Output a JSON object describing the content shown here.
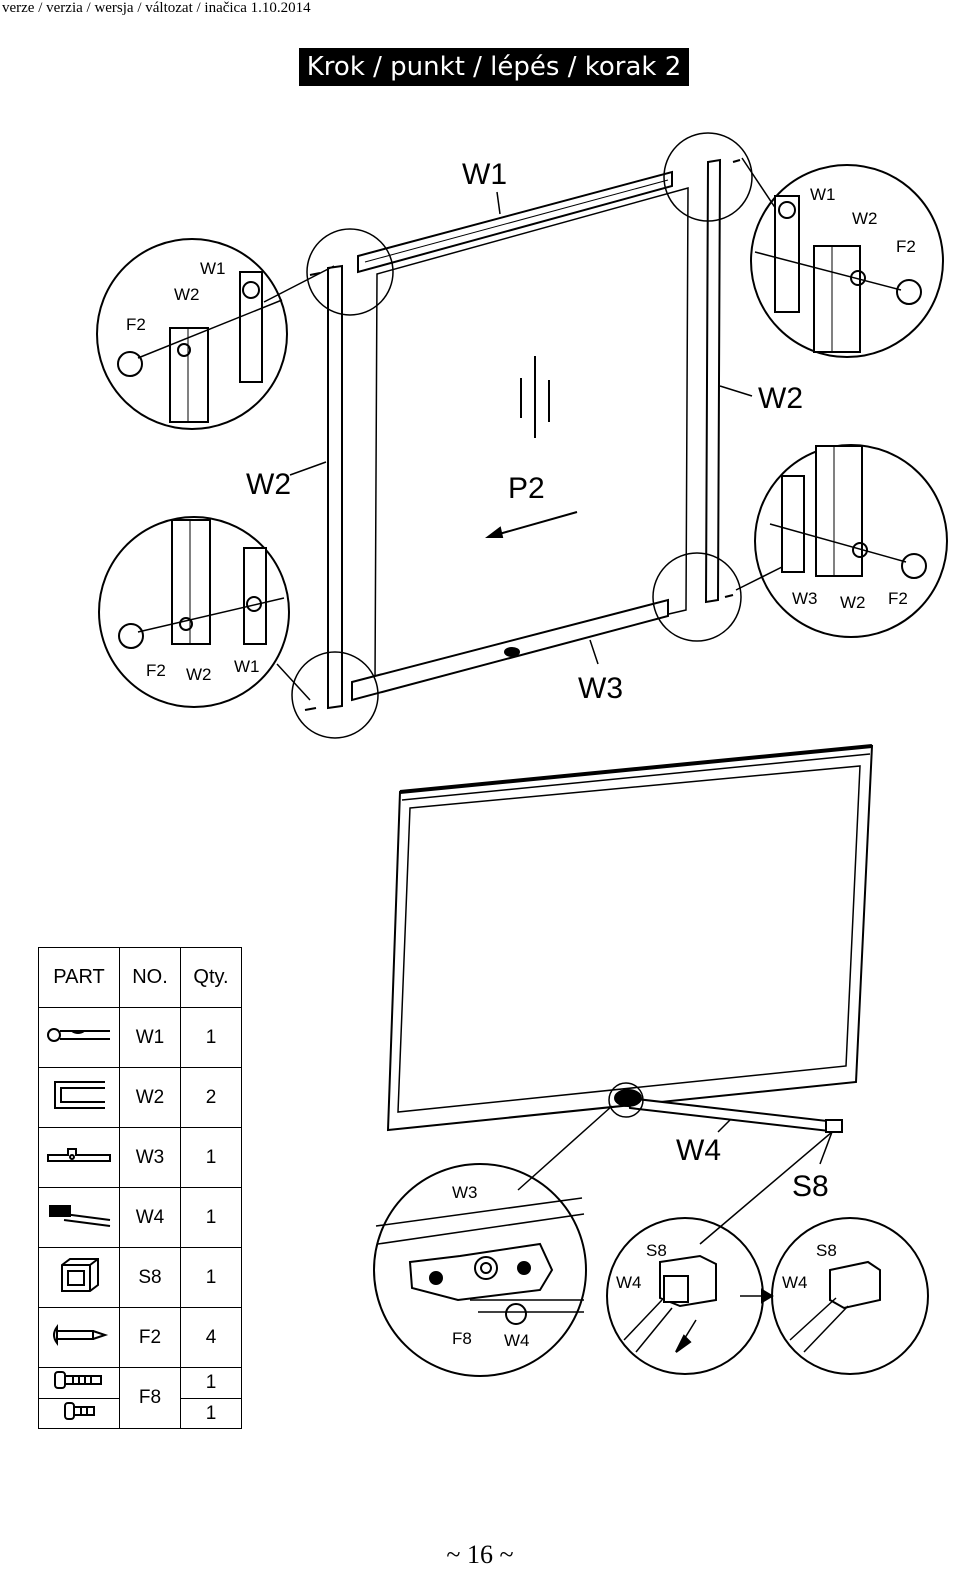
{
  "header": {
    "text": "verze / verzia / wersja / változat / inačica  1.10.2014"
  },
  "title": "Krok / punkt / lépés / korak 2",
  "labels": {
    "w1": "W1",
    "w2": "W2",
    "p2": "P2",
    "w3": "W3",
    "w4": "W4",
    "s8": "S8",
    "f2": "F2",
    "f8": "F8"
  },
  "table": {
    "headers": [
      "PART",
      "NO.",
      "Qty."
    ],
    "rows": [
      {
        "icon": "wrench-hook-icon",
        "no": "W1",
        "qty": "1"
      },
      {
        "icon": "u-channel-icon",
        "no": "W2",
        "qty": "2"
      },
      {
        "icon": "bottom-rail-icon",
        "no": "W3",
        "qty": "1"
      },
      {
        "icon": "bracket-arm-icon",
        "no": "W4",
        "qty": "1"
      },
      {
        "icon": "end-cap-icon",
        "no": "S8",
        "qty": "1"
      },
      {
        "icon": "screw-icon",
        "no": "F2",
        "qty": "4"
      }
    ],
    "last": {
      "no": "F8",
      "qty_a": "1",
      "qty_b": "1"
    }
  },
  "page_number": "~ 16 ~"
}
